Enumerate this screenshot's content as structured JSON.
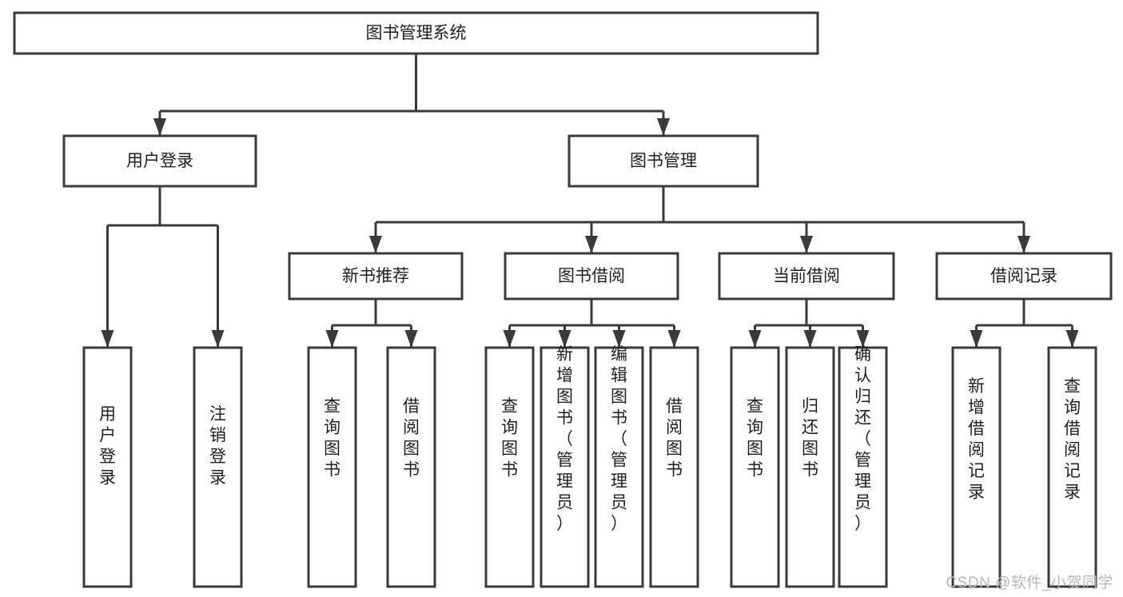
{
  "diagram": {
    "type": "tree-hierarchy-diagram",
    "title": "图书管理系统",
    "background_color": "#ffffff",
    "stroke_color": "#3a3a3a",
    "text_color": "#1f1f1f",
    "watermark": "CSDN @软件_小贺同学",
    "levels": [
      {
        "level": 1,
        "nodes": [
          {
            "id": "root",
            "label": "图书管理系统",
            "orientation": "horizontal"
          }
        ]
      },
      {
        "level": 2,
        "nodes": [
          {
            "id": "user-login",
            "label": "用户登录",
            "orientation": "horizontal",
            "parent": "root"
          },
          {
            "id": "book-manage",
            "label": "图书管理",
            "orientation": "horizontal",
            "parent": "root"
          }
        ]
      },
      {
        "level": 3,
        "nodes": [
          {
            "id": "new-book-recommend",
            "label": "新书推荐",
            "orientation": "horizontal",
            "parent": "book-manage"
          },
          {
            "id": "book-borrow",
            "label": "图书借阅",
            "orientation": "horizontal",
            "parent": "book-manage"
          },
          {
            "id": "current-borrow",
            "label": "当前借阅",
            "orientation": "horizontal",
            "parent": "book-manage"
          },
          {
            "id": "borrow-record",
            "label": "借阅记录",
            "orientation": "horizontal",
            "parent": "book-manage"
          }
        ]
      },
      {
        "level": 4,
        "nodes": [
          {
            "id": "leaf-user-login",
            "label": "用户登录",
            "orientation": "vertical",
            "parent": "user-login"
          },
          {
            "id": "leaf-user-logout",
            "label": "注销登录",
            "orientation": "vertical",
            "parent": "user-login"
          },
          {
            "id": "leaf-query-book-1",
            "label": "查询图书",
            "orientation": "vertical",
            "parent": "new-book-recommend"
          },
          {
            "id": "leaf-borrow-book-1",
            "label": "借阅图书",
            "orientation": "vertical",
            "parent": "new-book-recommend"
          },
          {
            "id": "leaf-query-book-2",
            "label": "查询图书",
            "orientation": "vertical",
            "parent": "book-borrow"
          },
          {
            "id": "leaf-add-book",
            "label": "新增图书（管理员）",
            "orientation": "vertical",
            "parent": "book-borrow"
          },
          {
            "id": "leaf-edit-book",
            "label": "编辑图书（管理员）",
            "orientation": "vertical",
            "parent": "book-borrow"
          },
          {
            "id": "leaf-borrow-book-2",
            "label": "借阅图书",
            "orientation": "vertical",
            "parent": "book-borrow"
          },
          {
            "id": "leaf-query-book-3",
            "label": "查询图书",
            "orientation": "vertical",
            "parent": "current-borrow"
          },
          {
            "id": "leaf-return-book",
            "label": "归还图书",
            "orientation": "vertical",
            "parent": "current-borrow"
          },
          {
            "id": "leaf-confirm-return",
            "label": "确认归还（管理员）",
            "orientation": "vertical",
            "parent": "current-borrow"
          },
          {
            "id": "leaf-add-record",
            "label": "新增借阅记录",
            "orientation": "vertical",
            "parent": "borrow-record"
          },
          {
            "id": "leaf-query-record",
            "label": "查询借阅记录",
            "orientation": "vertical",
            "parent": "borrow-record"
          }
        ]
      }
    ]
  }
}
